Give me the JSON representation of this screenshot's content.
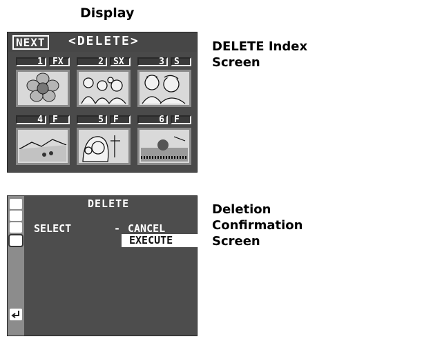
{
  "heading": "Display",
  "index_screen": {
    "next_label": "NEXT",
    "title": "<DELETE>",
    "cells": [
      {
        "num": "1",
        "tag": "FX",
        "thumb_icon": "flower-icon"
      },
      {
        "num": "2",
        "tag": "SX",
        "thumb_icon": "family-portrait-icon"
      },
      {
        "num": "3",
        "tag": "S",
        "thumb_icon": "couple-portrait-icon"
      },
      {
        "num": "4",
        "tag": "F",
        "thumb_icon": "landscape-icon"
      },
      {
        "num": "5",
        "tag": "F",
        "thumb_icon": "girl-with-headphones-icon"
      },
      {
        "num": "6",
        "tag": "F",
        "thumb_icon": "sunset-icon"
      }
    ]
  },
  "index_caption": [
    "DELETE Index",
    "Screen"
  ],
  "confirm_screen": {
    "title": "DELETE",
    "select_label": "SELECT",
    "dash": "-",
    "options": [
      "CANCEL",
      "EXECUTE"
    ],
    "highlighted_option": "EXECUTE"
  },
  "confirm_caption": [
    "Deletion",
    "Confirmation",
    "Screen"
  ],
  "colors": {
    "screen_bg": "#4a4a4a",
    "highlight": "#ffffff",
    "mode_strip": "#8c8c8c"
  }
}
